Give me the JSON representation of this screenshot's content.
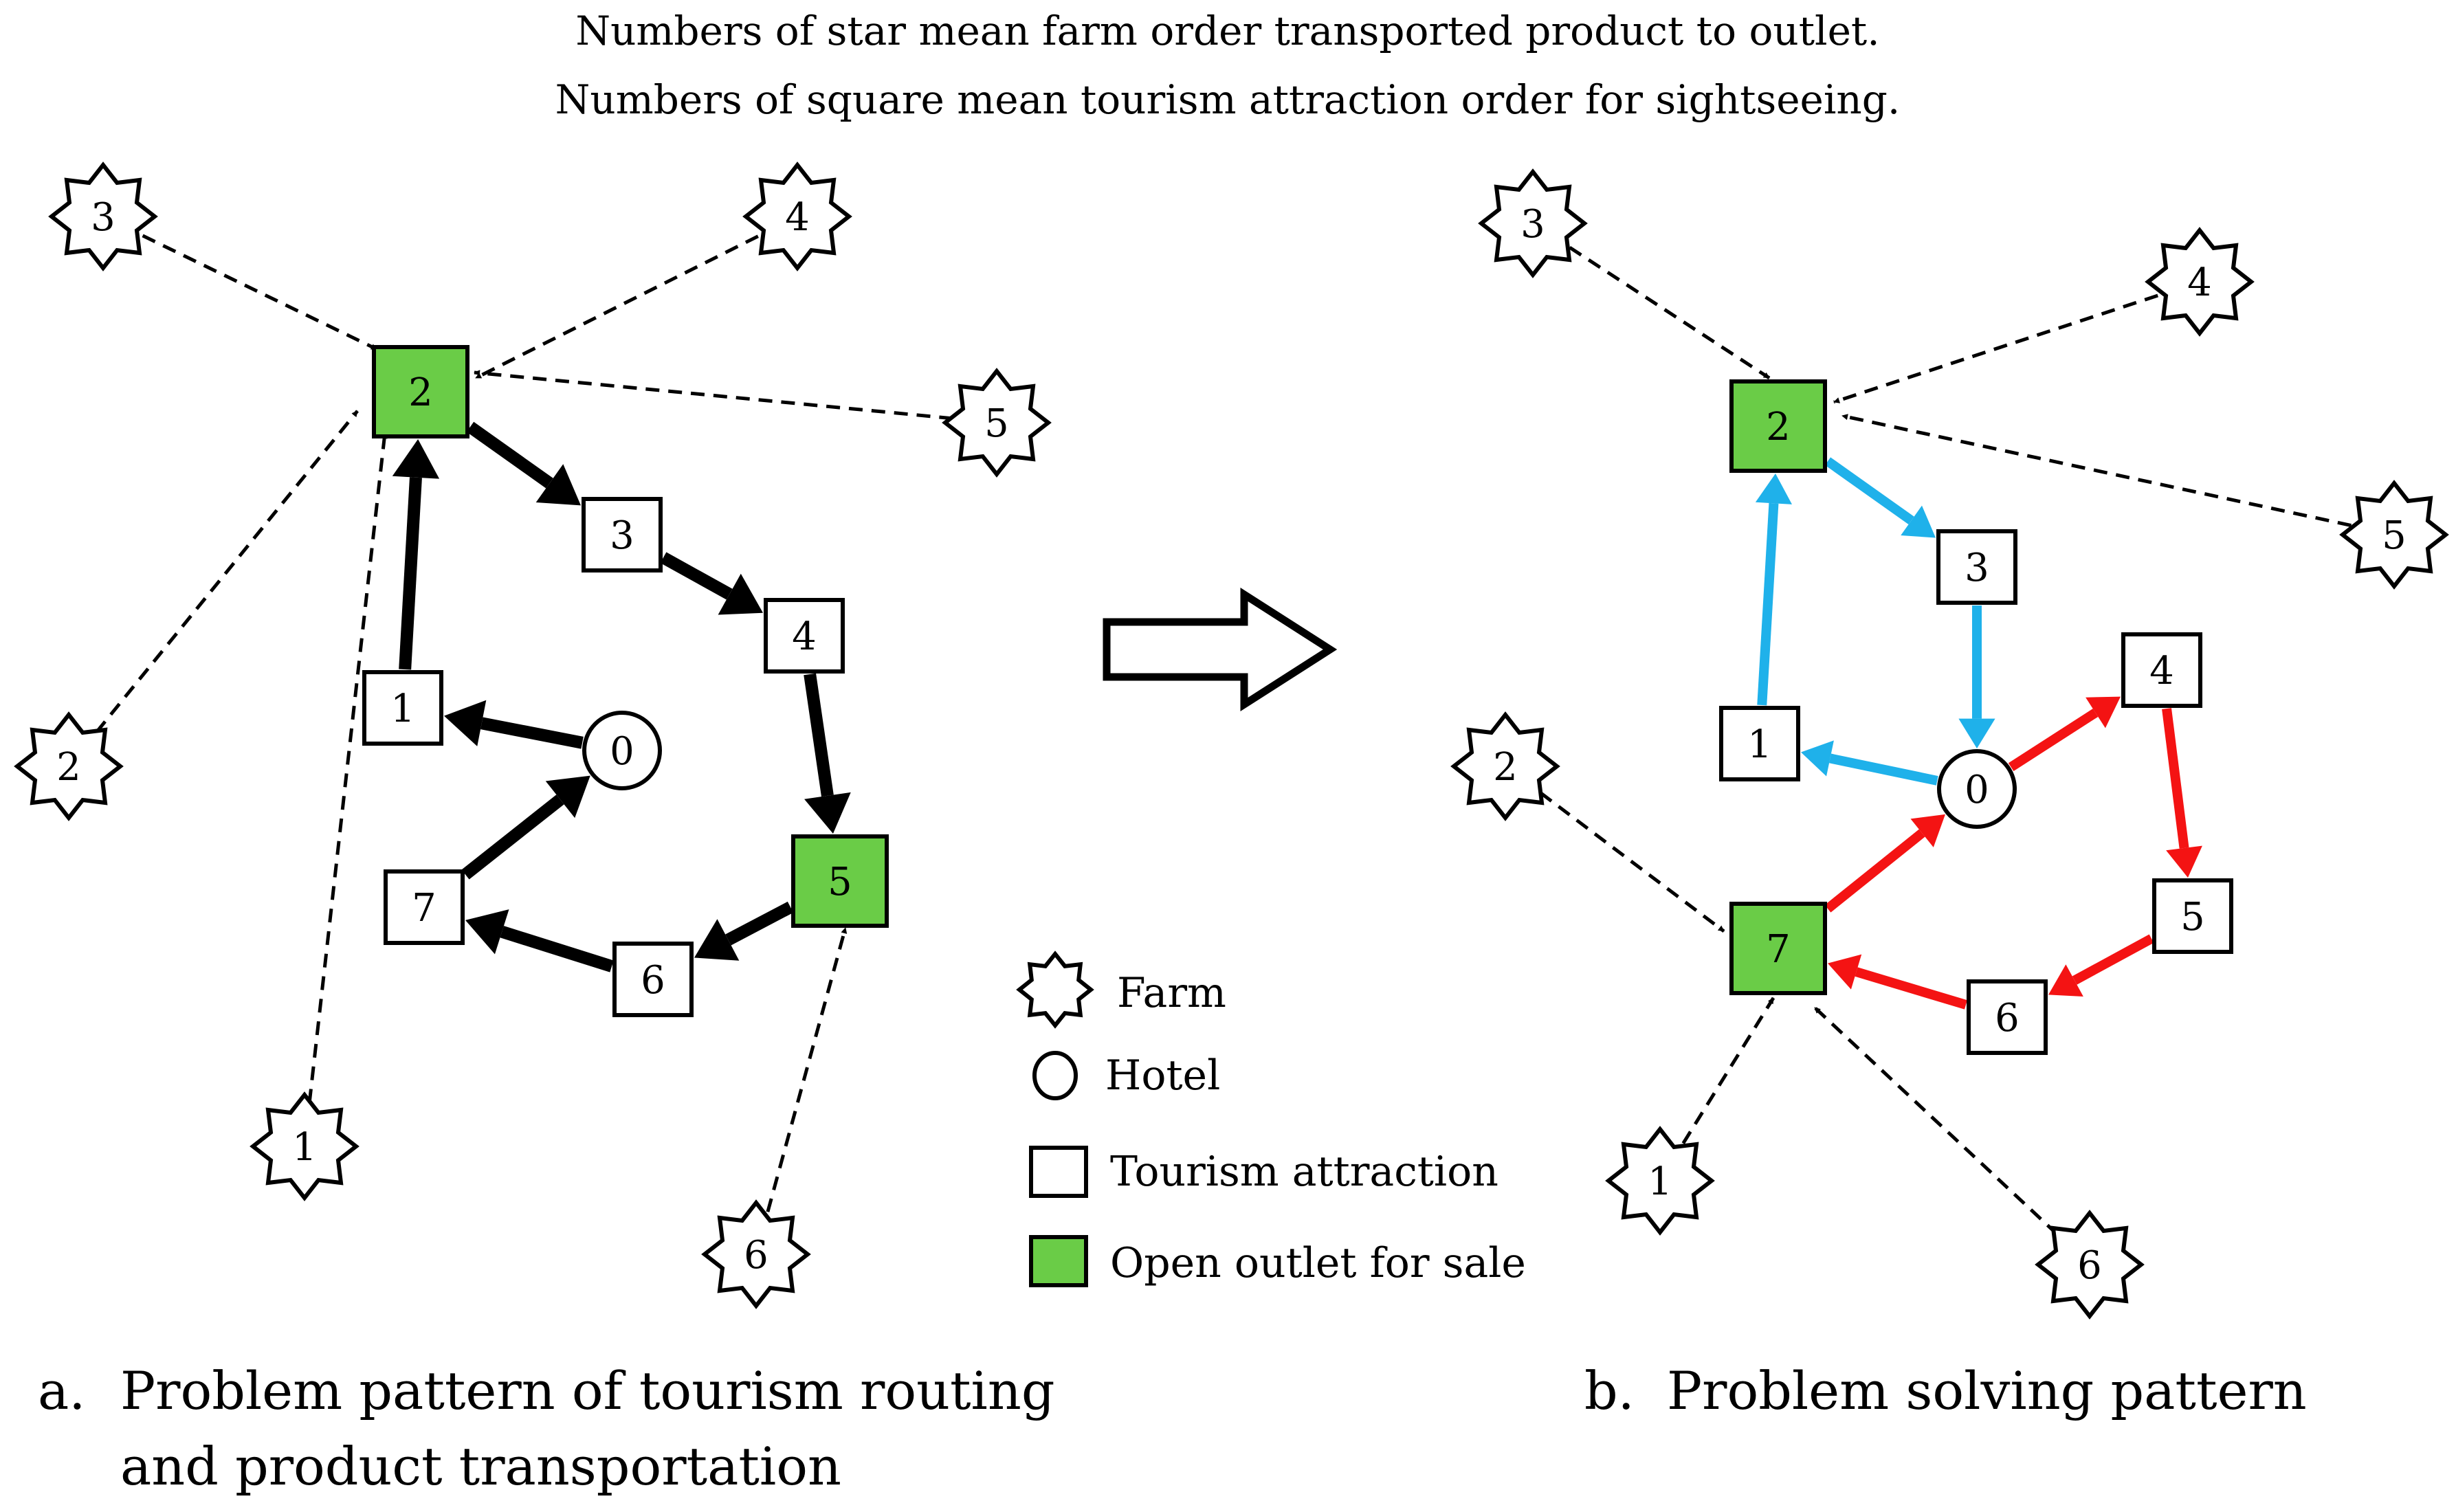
{
  "header": {
    "line1": "Numbers of star mean farm order transported product to outlet.",
    "line2": "Numbers of square mean tourism attraction order for sightseeing."
  },
  "colors": {
    "outlet_fill": "#6acc47",
    "route_black": "#000000",
    "route_blue": "#1fb1ea",
    "route_red": "#f41313",
    "dashed": "#000000"
  },
  "legend": {
    "farm": "Farm",
    "hotel": "Hotel",
    "attraction": "Tourism attraction",
    "outlet": "Open outlet for sale"
  },
  "panels": [
    {
      "id": "a",
      "caption_prefix": "a.",
      "caption_line1": "Problem pattern of tourism routing",
      "caption_line2": "and product transportation",
      "hotel": "0",
      "attractions": [
        {
          "label": "1",
          "outlet": false
        },
        {
          "label": "2",
          "outlet": true
        },
        {
          "label": "3",
          "outlet": false
        },
        {
          "label": "4",
          "outlet": false
        },
        {
          "label": "5",
          "outlet": true
        },
        {
          "label": "6",
          "outlet": false
        },
        {
          "label": "7",
          "outlet": false
        }
      ],
      "farms": [
        {
          "label": "1",
          "to": "2"
        },
        {
          "label": "2",
          "to": "2"
        },
        {
          "label": "3",
          "to": "2"
        },
        {
          "label": "4",
          "to": "2"
        },
        {
          "label": "5",
          "to": "2"
        },
        {
          "label": "6",
          "to": "5"
        }
      ],
      "routes": [
        {
          "color": "black",
          "path": [
            "0",
            "1",
            "2",
            "3",
            "4",
            "5",
            "6",
            "7",
            "0"
          ]
        }
      ]
    },
    {
      "id": "b",
      "caption_prefix": "b.",
      "caption_line1": "Problem solving pattern",
      "caption_line2": "",
      "hotel": "0",
      "attractions": [
        {
          "label": "1",
          "outlet": false
        },
        {
          "label": "2",
          "outlet": true
        },
        {
          "label": "3",
          "outlet": false
        },
        {
          "label": "4",
          "outlet": false
        },
        {
          "label": "5",
          "outlet": false
        },
        {
          "label": "6",
          "outlet": false
        },
        {
          "label": "7",
          "outlet": true
        }
      ],
      "farms": [
        {
          "label": "1",
          "to": "7"
        },
        {
          "label": "2",
          "to": "7"
        },
        {
          "label": "3",
          "to": "2"
        },
        {
          "label": "4",
          "to": "2"
        },
        {
          "label": "5",
          "to": "2"
        },
        {
          "label": "6",
          "to": "7"
        }
      ],
      "routes": [
        {
          "color": "blue",
          "path": [
            "0",
            "1",
            "2",
            "3",
            "0"
          ]
        },
        {
          "color": "red",
          "path": [
            "0",
            "4",
            "5",
            "6",
            "7",
            "0"
          ]
        }
      ]
    }
  ]
}
